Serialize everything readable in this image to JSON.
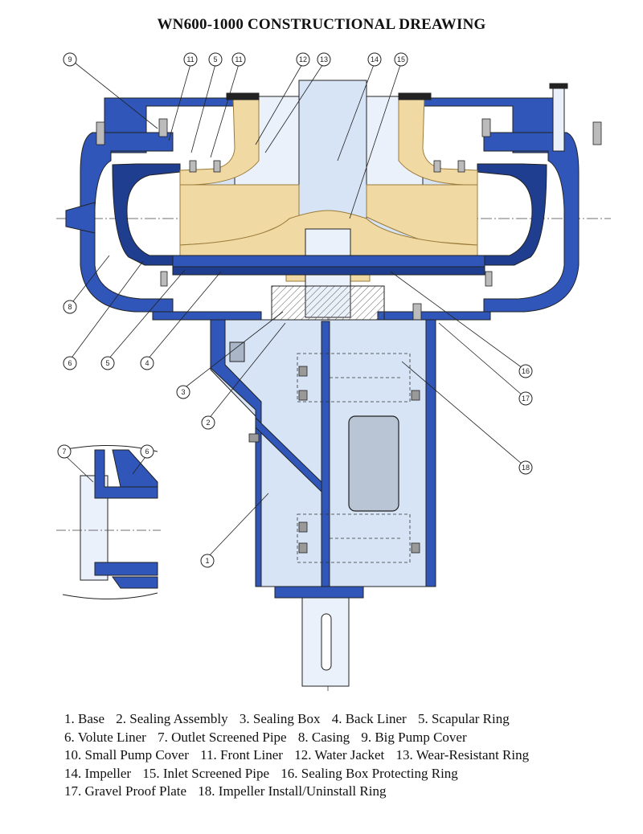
{
  "title": "WN600-1000 CONSTRUCTIONAL DREAWING",
  "colors": {
    "casing": "#2f56b8",
    "casing_dark": "#1f3e8f",
    "liner": "#f1d9a4",
    "liner_edge": "#9a7c3a",
    "interior": "#d6e4f6",
    "interior_light": "#eaf1fb",
    "line": "#222222",
    "hatch": "#555555"
  },
  "callouts": [
    "9",
    "11",
    "5",
    "11",
    "12",
    "13",
    "14",
    "15",
    "8",
    "6",
    "5",
    "4",
    "3",
    "2",
    "16",
    "17",
    "18",
    "1",
    "7",
    "6"
  ],
  "legend_lines": [
    [
      "1. Base",
      "2. Sealing Assembly",
      "3. Sealing Box",
      "4. Back Liner",
      "5. Scapular Ring"
    ],
    [
      "6. Volute Liner",
      "7. Outlet Screened Pipe",
      "8. Casing",
      "9. Big Pump Cover"
    ],
    [
      "10. Small Pump Cover",
      "11. Front Liner",
      "12. Water Jacket",
      "13. Wear-Resistant Ring"
    ],
    [
      "14. Impeller",
      "15. Inlet Screened Pipe",
      "16. Sealing Box Protecting Ring"
    ],
    [
      "17. Gravel Proof Plate",
      "18. Impeller Install/Uninstall Ring"
    ]
  ]
}
